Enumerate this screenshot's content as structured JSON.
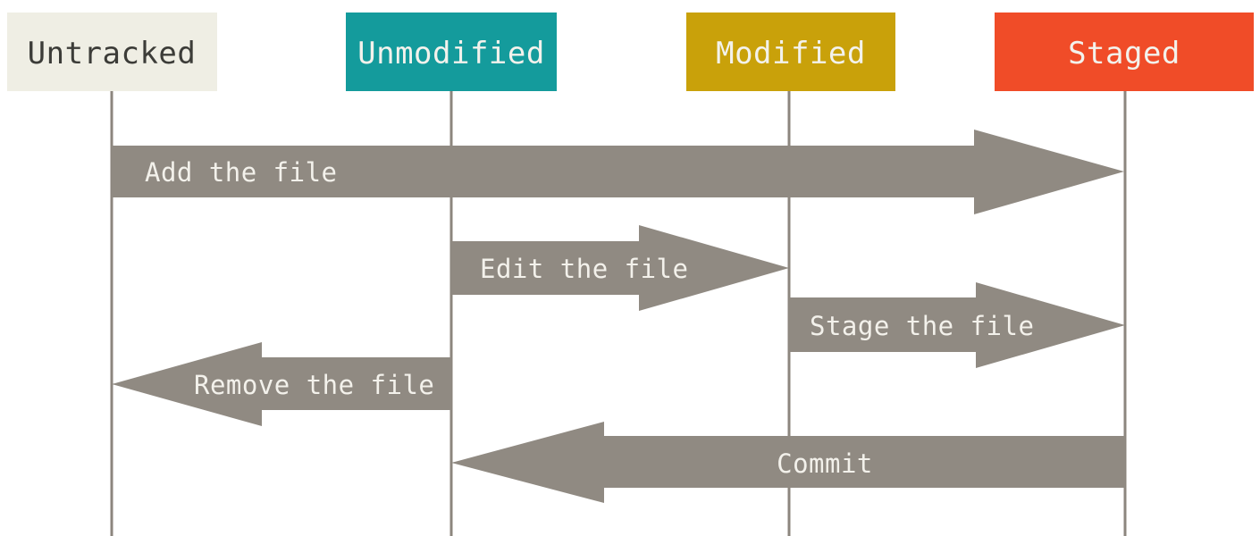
{
  "diagram": {
    "kind": "git-file-status-lifecycle",
    "background": "#FFFFFF"
  },
  "colors": {
    "arrow": "#908A82",
    "lifeline": "#8C867E",
    "arrow_label_text": "#F3F1EB"
  },
  "states": [
    {
      "label": "Untracked",
      "color": "#EFEEE4",
      "text_color": "#3C3C38"
    },
    {
      "label": "Unmodified",
      "color": "#149B9C",
      "text_color": "#F3F2EC"
    },
    {
      "label": "Modified",
      "color": "#C9A10A",
      "text_color": "#F3F2EC"
    },
    {
      "label": "Staged",
      "color": "#F04C28",
      "text_color": "#F3F2EC"
    }
  ],
  "transitions": [
    {
      "label": "Add the file",
      "from": "Untracked",
      "to": "Staged",
      "direction": "right"
    },
    {
      "label": "Edit the file",
      "from": "Unmodified",
      "to": "Modified",
      "direction": "right"
    },
    {
      "label": "Stage the file",
      "from": "Modified",
      "to": "Staged",
      "direction": "right"
    },
    {
      "label": "Remove the file",
      "from": "Unmodified",
      "to": "Untracked",
      "direction": "left"
    },
    {
      "label": "Commit",
      "from": "Staged",
      "to": "Unmodified",
      "direction": "left"
    }
  ]
}
